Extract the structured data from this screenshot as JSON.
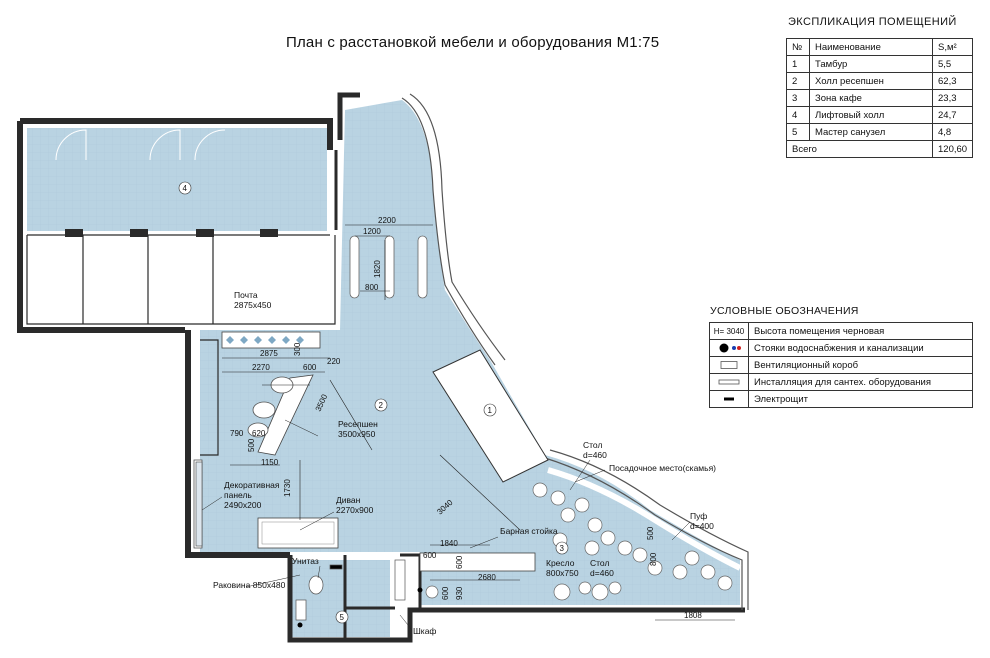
{
  "title": "План с расстановкой мебели и оборудования М1:75",
  "explication": {
    "title": "ЭКСПЛИКАЦИЯ ПОМЕЩЕНИЙ",
    "headers": [
      "№",
      "Наименование",
      "S,м²"
    ],
    "rows": [
      {
        "num": "1",
        "name": "Тамбур",
        "area": "5,5"
      },
      {
        "num": "2",
        "name": "Холл ресепшен",
        "area": "62,3"
      },
      {
        "num": "3",
        "name": "Зона кафе",
        "area": "23,3"
      },
      {
        "num": "4",
        "name": "Лифтовый холл",
        "area": "24,7"
      },
      {
        "num": "5",
        "name": "Мастер санузел",
        "area": "4,8"
      }
    ],
    "total_label": "Всего",
    "total_area": "120,60"
  },
  "legend": {
    "title": "УСЛОВНЫЕ ОБОЗНАЧЕНИЯ",
    "items": [
      {
        "symbol": "H= 3040",
        "text": "Высота помещения черновая"
      },
      {
        "symbol": "",
        "text": "Стояки водоснабжения и канализации"
      },
      {
        "symbol": "",
        "text": "Вентиляционный короб"
      },
      {
        "symbol": "",
        "text": "Инсталляция для сантех. оборудования"
      },
      {
        "symbol": "",
        "text": "Электрощит"
      }
    ]
  },
  "plan": {
    "rooms": [
      "1",
      "2",
      "3",
      "4",
      "5"
    ],
    "labels": {
      "mail": "Почта",
      "mail_size": "2875х450",
      "reception": "Ресепшен",
      "reception_size": "3500х950",
      "panel": "Декоративная",
      "panel2": "панель",
      "panel_size": "2490х200",
      "sofa": "Диван",
      "sofa_size": "2270х900",
      "toilet": "Унитаз",
      "sink": "Раковина 850х480",
      "wardrobe": "Шкаф",
      "bar": "Барная стойка",
      "armchair": "Кресло",
      "armchair_size": "800х750",
      "table1": "Стол",
      "table1_size": "d=460",
      "table2": "Стол",
      "table2_size": "d=460",
      "bench": "Посадочное место(скамья)",
      "pouf": "Пуф",
      "pouf_size": "d=400"
    },
    "dims": {
      "d2200": "2200",
      "d1200": "1200",
      "d1820": "1820",
      "d800": "800",
      "d2875": "2875",
      "d300": "300",
      "d220": "220",
      "d2270": "2270",
      "d600a": "600",
      "d3500": "3500",
      "d790": "790",
      "d620": "620",
      "d500a": "500",
      "d1150": "1150",
      "d1730": "1730",
      "d3040": "3040",
      "d1840": "1840",
      "d600b": "600",
      "d600c": "600",
      "d2680": "2680",
      "d600d": "600",
      "d930": "930",
      "d500b": "500",
      "d800b": "800",
      "d1808": "1808"
    }
  },
  "colors": {
    "floor": "#b9d3e2",
    "wall": "#2a2a2a",
    "line": "#222222"
  }
}
